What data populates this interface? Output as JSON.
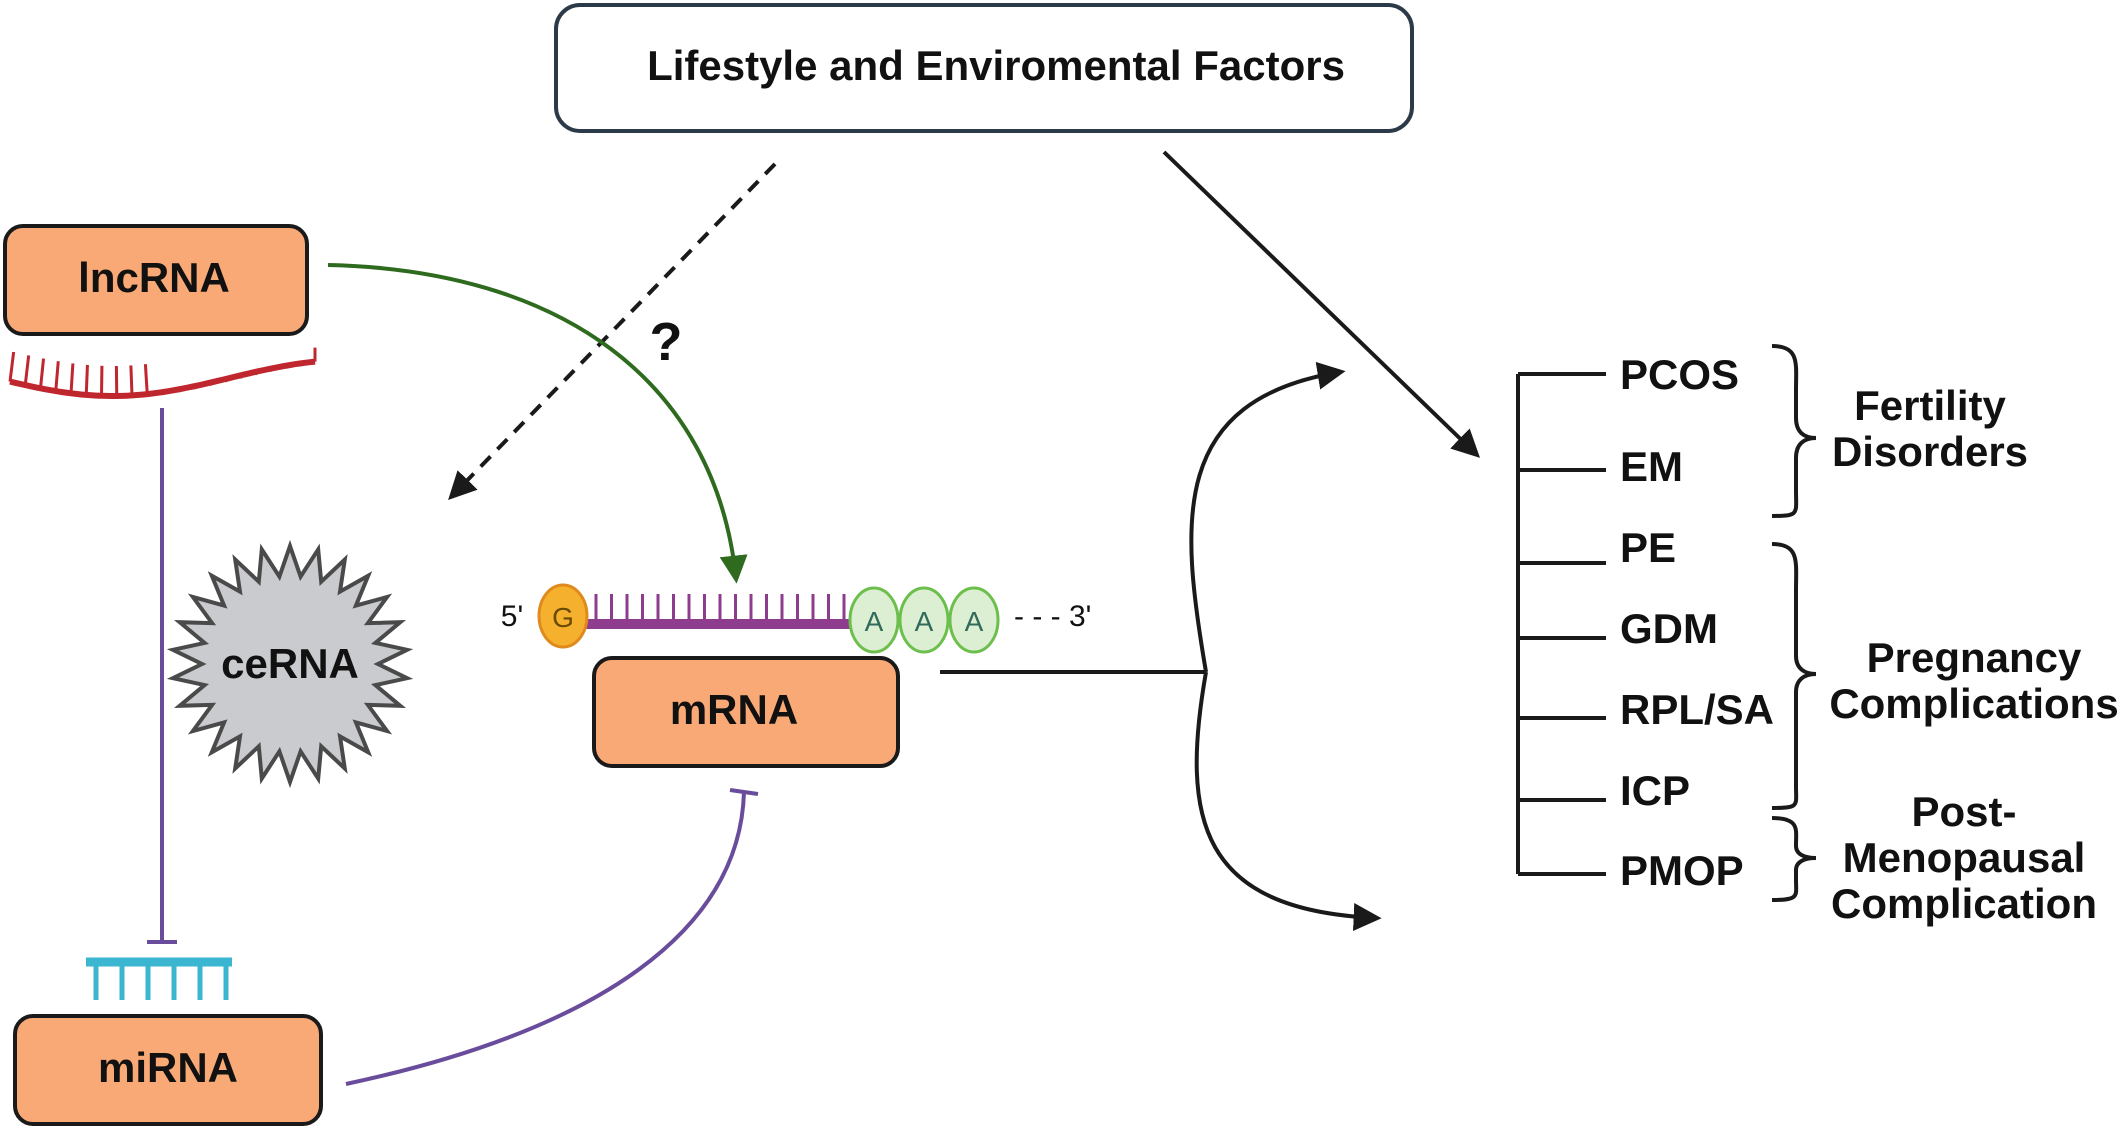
{
  "top_box": {
    "label": "Lifestyle and Enviromental Factors"
  },
  "nodes": {
    "lncrna": "lncRNA",
    "mirna": "miRNA",
    "mrna": "mRNA",
    "cerna": "ceRNA"
  },
  "unknown_marker": "?",
  "mrna_strand": {
    "five_prime": "5'",
    "cap": "G",
    "poly_a": [
      "A",
      "A",
      "A"
    ],
    "three_prime": "- - - 3'"
  },
  "disorders": {
    "items": [
      "PCOS",
      "EM",
      "PE",
      "GDM",
      "RPL/SA",
      "ICP",
      "PMOP"
    ],
    "groups": [
      {
        "lines": [
          "Fertility",
          "Disorders"
        ]
      },
      {
        "lines": [
          "Pregnancy",
          "Complications"
        ]
      },
      {
        "lines": [
          "Post-",
          "Menopausal",
          "Complication"
        ]
      }
    ]
  },
  "colors": {
    "box_fill": "#F9A975",
    "box_stroke": "#1a1a1a",
    "lncrna_strand": "#C0262D",
    "mirna_strand": "#3BB6D0",
    "mrna_backbone": "#8E3C8E",
    "inhibit_line": "#6A4C9C",
    "activate_arrow": "#2E6B1E",
    "cap_fill": "#F5B12E",
    "polya_fill": "#DDEFD2",
    "polya_stroke": "#6CBF4C",
    "cerna_fill": "#C9CBCE"
  }
}
